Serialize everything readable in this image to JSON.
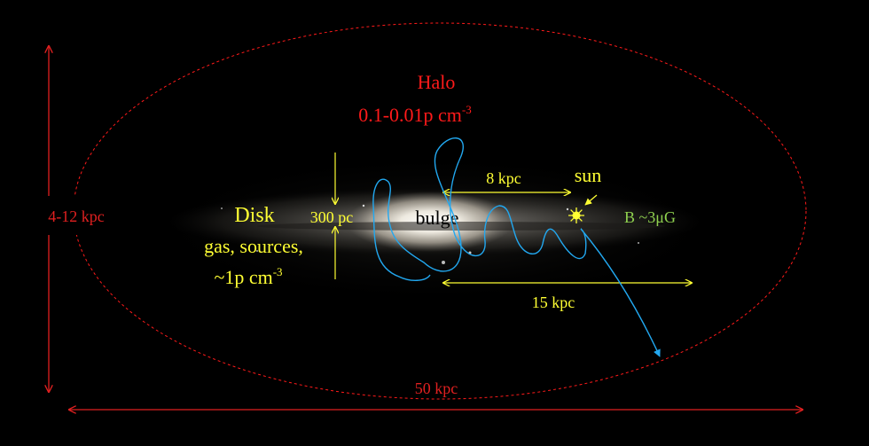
{
  "labels": {
    "halo": "Halo",
    "halo_density": "0.1-0.01p cm",
    "halo_density_exp": "-3",
    "height": "4-12 kpc",
    "width": "50 kpc",
    "disk": "Disk",
    "disk_line2": "gas, sources,",
    "disk_line3": "~1p cm",
    "disk_line3_exp": "-3",
    "thickness": "300 pc",
    "bulge": "bulge",
    "sun_distance": "8 kpc",
    "sun": "sun",
    "field": "B ~3μG",
    "disk_radius": "15 kpc"
  },
  "colors": {
    "background": "#000000",
    "halo_red": "#ff1a1a",
    "dimension_red": "#e02020",
    "height_box": "#000000",
    "yellow": "#ffff33",
    "field_green": "#8fd14f",
    "trajectory_blue": "#22a8f0",
    "bulge_text": "#000000"
  },
  "icons": {
    "sun": "sun-icon"
  }
}
